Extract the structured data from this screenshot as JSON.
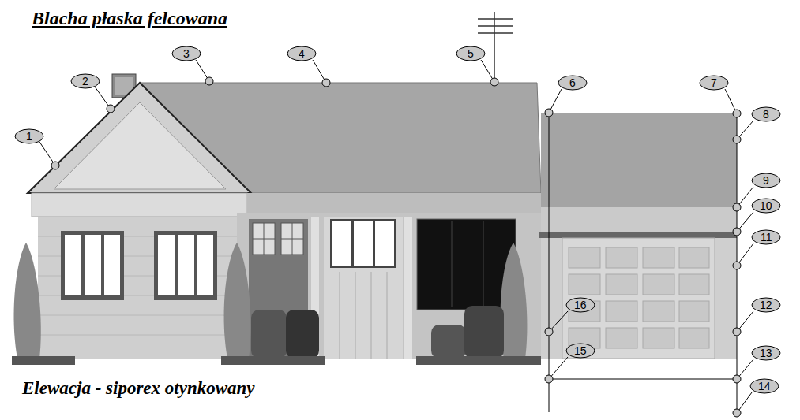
{
  "diagram": {
    "title": "Blacha płaska felcowana",
    "caption": "Elewacja - siporex otynkowany",
    "labels": [
      "1",
      "2",
      "3",
      "4",
      "5",
      "6",
      "7",
      "8",
      "9",
      "10",
      "11",
      "12",
      "13",
      "14",
      "15",
      "16"
    ]
  }
}
